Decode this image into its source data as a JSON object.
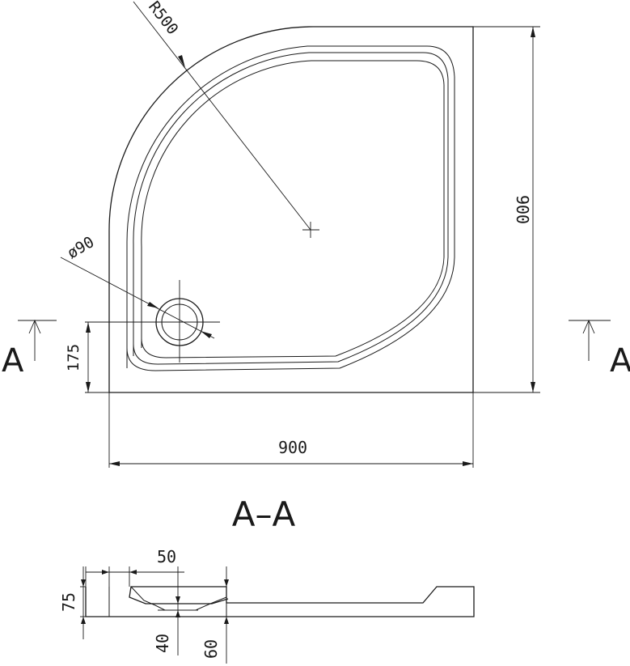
{
  "plan_view": {
    "width_label": "900",
    "height_label": "900",
    "radius_label": "R500",
    "drain_diameter_label": "ø90",
    "drain_offset_label": "175",
    "section_marker_left": "A",
    "section_marker_right": "A"
  },
  "section_view": {
    "title": "A–A",
    "depth_label": "50",
    "height_label": "75",
    "drain_depth_label": "40",
    "drain_width_label": "60"
  }
}
